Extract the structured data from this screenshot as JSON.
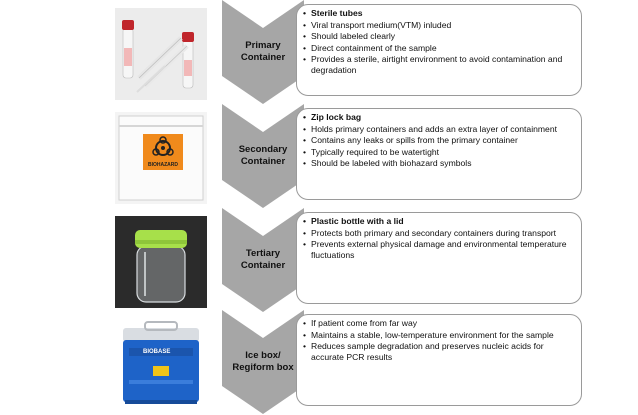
{
  "stages": [
    {
      "label_lines": [
        "Primary",
        "Container"
      ],
      "image": "sterile-swab-tubes-image",
      "bullets": [
        {
          "text": "Sterile tubes",
          "bold": true
        },
        {
          "text": "Viral transport medium(VTM) inluded",
          "bold": false
        },
        {
          "text": "Should labeled clearly",
          "bold": false
        },
        {
          "text": "Direct containment of the sample",
          "bold": false
        },
        {
          "text": "Provides a sterile, airtight environment to avoid contamination and degradation",
          "bold": false
        }
      ]
    },
    {
      "label_lines": [
        "Secondary",
        "Container"
      ],
      "image": "biohazard-zip-bag-image",
      "bag_text": "BIOHAZARD",
      "bullets": [
        {
          "text": "Zip lock bag",
          "bold": true
        },
        {
          "text": "Holds primary containers and adds an extra layer of containment",
          "bold": false
        },
        {
          "text": "Contains any leaks or spills from the primary container",
          "bold": false
        },
        {
          "text": "Typically required to be watertight",
          "bold": false
        },
        {
          "text": "Should be labeled with biohazard symbols",
          "bold": false
        }
      ]
    },
    {
      "label_lines": [
        "Tertiary",
        "Container"
      ],
      "image": "plastic-bottle-image",
      "bullets": [
        {
          "text": "Plastic bottle with a lid",
          "bold": true
        },
        {
          "text": "Protects both primary and secondary containers during transport",
          "bold": false
        },
        {
          "text": "Prevents external physical damage and environmental temperature fluctuations",
          "bold": false
        }
      ]
    },
    {
      "label_lines": [
        "Ice box/",
        "Regiform box"
      ],
      "image": "ice-box-image",
      "box_text": "BIOBASE",
      "bullets": [
        {
          "text": "If patient come from far way",
          "bold": false
        },
        {
          "text": "Maintains a stable, low-temperature environment for the sample",
          "bold": false
        },
        {
          "text": "Reduces sample degradation and preserves nucleic acids for accurate PCR results",
          "bold": false
        }
      ]
    }
  ],
  "colors": {
    "chevron": "#a6a6a6",
    "card_border": "#9a9a9a",
    "tube_cap": "#c0262c",
    "bag_label": "#f08a1c",
    "lid_green": "#a7e04a",
    "box_blue": "#1e63c8"
  }
}
